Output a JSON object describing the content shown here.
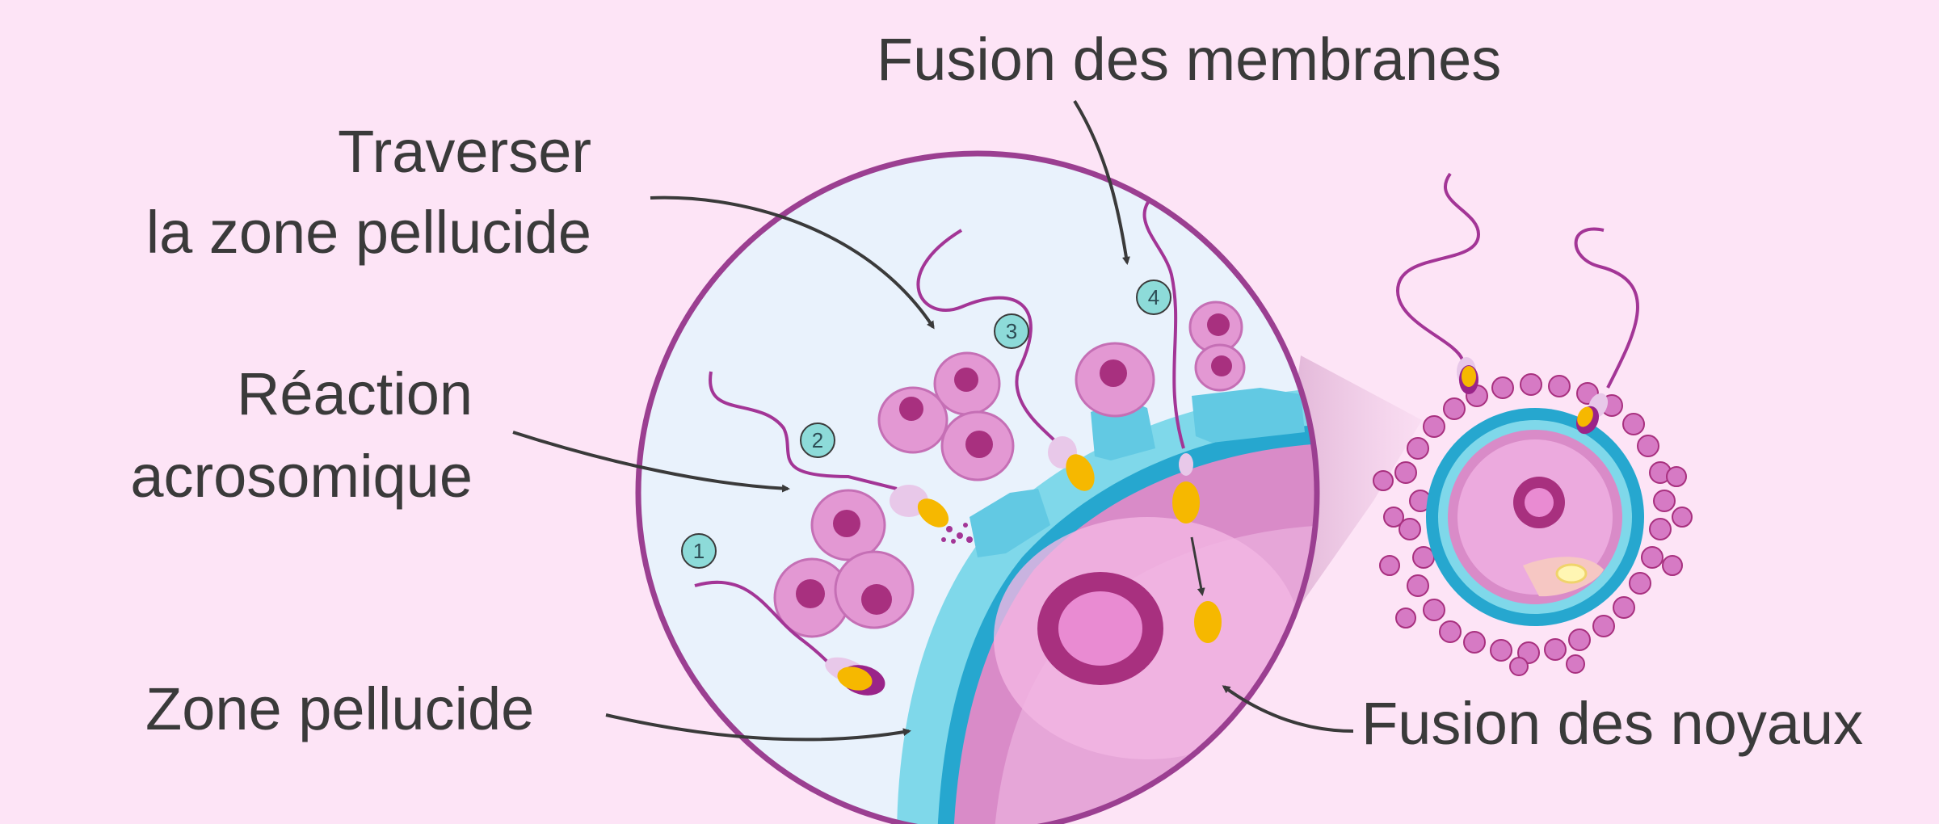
{
  "labels": {
    "fusion_membranes": "Fusion des membranes",
    "traverser_line1": "Traverser",
    "traverser_line2": "la zone pellucide",
    "reaction_line1": "Réaction",
    "reaction_line2": "acrosomique",
    "zone_pellucide": "Zone pellucide",
    "fusion_noyaux": "Fusion des noyaux"
  },
  "steps": [
    "1",
    "2",
    "3",
    "4"
  ],
  "colors": {
    "background": "#fde4f6",
    "circle_border": "#9b3f91",
    "circle_fill": "#e9f2fc",
    "zona_light": "#7fd8ea",
    "zona_dark": "#26a7cf",
    "ooplasm": "#d98bc8",
    "nucleus": "#a8307f",
    "sperm_head": "#f6b800",
    "sperm_tail": "#a33596",
    "text": "#3a3a3a"
  }
}
